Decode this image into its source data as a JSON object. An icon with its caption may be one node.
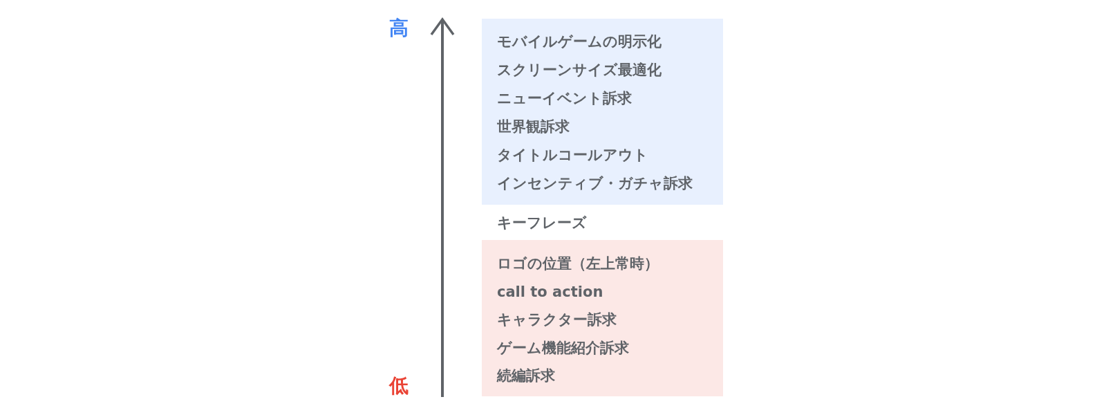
{
  "diagram": {
    "nodes": [
      {
        "text": [
          "モバイルゲームの明示化",
          "スクリーンサイズ最適化",
          "ニューイベント訴求",
          "世界観訴求",
          "タイトルコールアウト",
          "インセンティブ・ガチャ訴求"
        ]
      },
      {
        "text": [
          "ロゴの位置（左上常時）",
          "call to action",
          "キャラクター訴求",
          "ゲーム機能紹介訴求",
          "続編訴求"
        ]
      }
    ],
    "labels": [
      "高",
      "キーフレーズ",
      "低"
    ]
  }
}
